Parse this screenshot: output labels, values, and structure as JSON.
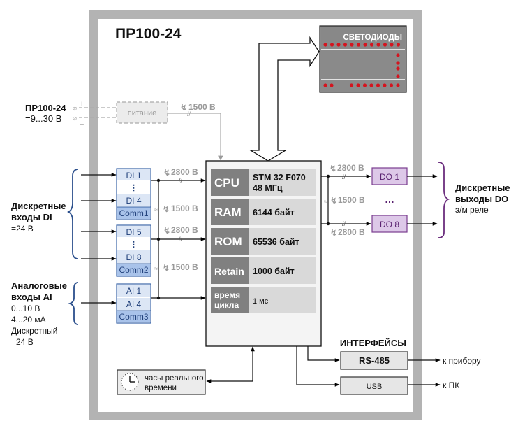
{
  "device_title": "ПР100-24",
  "power": {
    "label_title": "ПР100-24",
    "label_voltage": "=9...30 В",
    "plus": "+",
    "minus": "−",
    "block_label": "питание",
    "isolation": "1500 В"
  },
  "leds": {
    "title": "СВЕТОДИОДЫ"
  },
  "di": {
    "group_title_1": "Дискретные",
    "group_title_2": "входы DI",
    "group_voltage": "=24 В",
    "block1": {
      "top": "DI 1",
      "bottom": "DI 4",
      "comm": "Comm1"
    },
    "block2": {
      "top": "DI 5",
      "bottom": "DI 8",
      "comm": "Comm2"
    },
    "iso_channel": "2800 В",
    "iso_between": "1500 В"
  },
  "ai": {
    "group_title_1": "Аналоговые",
    "group_title_2": "входы AI",
    "range1": "0...10 В",
    "range2": "4...20 мА",
    "range3": "Дискретный",
    "range4": "=24 В",
    "block": {
      "top": "AI 1",
      "bottom": "AI 4",
      "comm": "Comm3"
    }
  },
  "cpu_table": [
    {
      "label": "CPU",
      "value_1": "STM 32 F070",
      "value_2": "48 МГц"
    },
    {
      "label": "RAM",
      "value_1": "6144 байт"
    },
    {
      "label": "ROM",
      "value_1": "65536 байт"
    },
    {
      "label": "Retain",
      "value_1": "1000 байт"
    },
    {
      "label_1": "время",
      "label_2": "цикла",
      "value_1": "1 мс"
    }
  ],
  "do": {
    "block1": "DO 1",
    "ellipsis": "…",
    "block2": "DO 8",
    "iso_top": "2800 В",
    "iso_between": "1500 В",
    "iso_bottom": "2800 В",
    "group_title_1": "Дискретные",
    "group_title_2": "выходы DO",
    "group_subtitle": "э/м реле"
  },
  "interfaces": {
    "title": "ИНТЕРФЕЙСЫ",
    "rs485": "RS-485",
    "rs485_target": "к прибору",
    "usb": "USB",
    "usb_target": "к ПК"
  },
  "rtc": {
    "line1": "часы реального",
    "line2": "времени"
  },
  "colors": {
    "frame": "#b3b3b3",
    "di_fill": "#dce6f5",
    "di_comm": "#a9c3ea",
    "di_stroke": "#3a64a8",
    "di_text": "#1f3f7a",
    "do_fill": "#ddc8e8",
    "do_stroke": "#7a3c8f",
    "do_text": "#5a2270",
    "led": "#d4141e",
    "led_panel": "#8a8a8a",
    "table_label": "#808080",
    "table_value": "#d9d9d9",
    "muted": "#9a9a9a"
  }
}
